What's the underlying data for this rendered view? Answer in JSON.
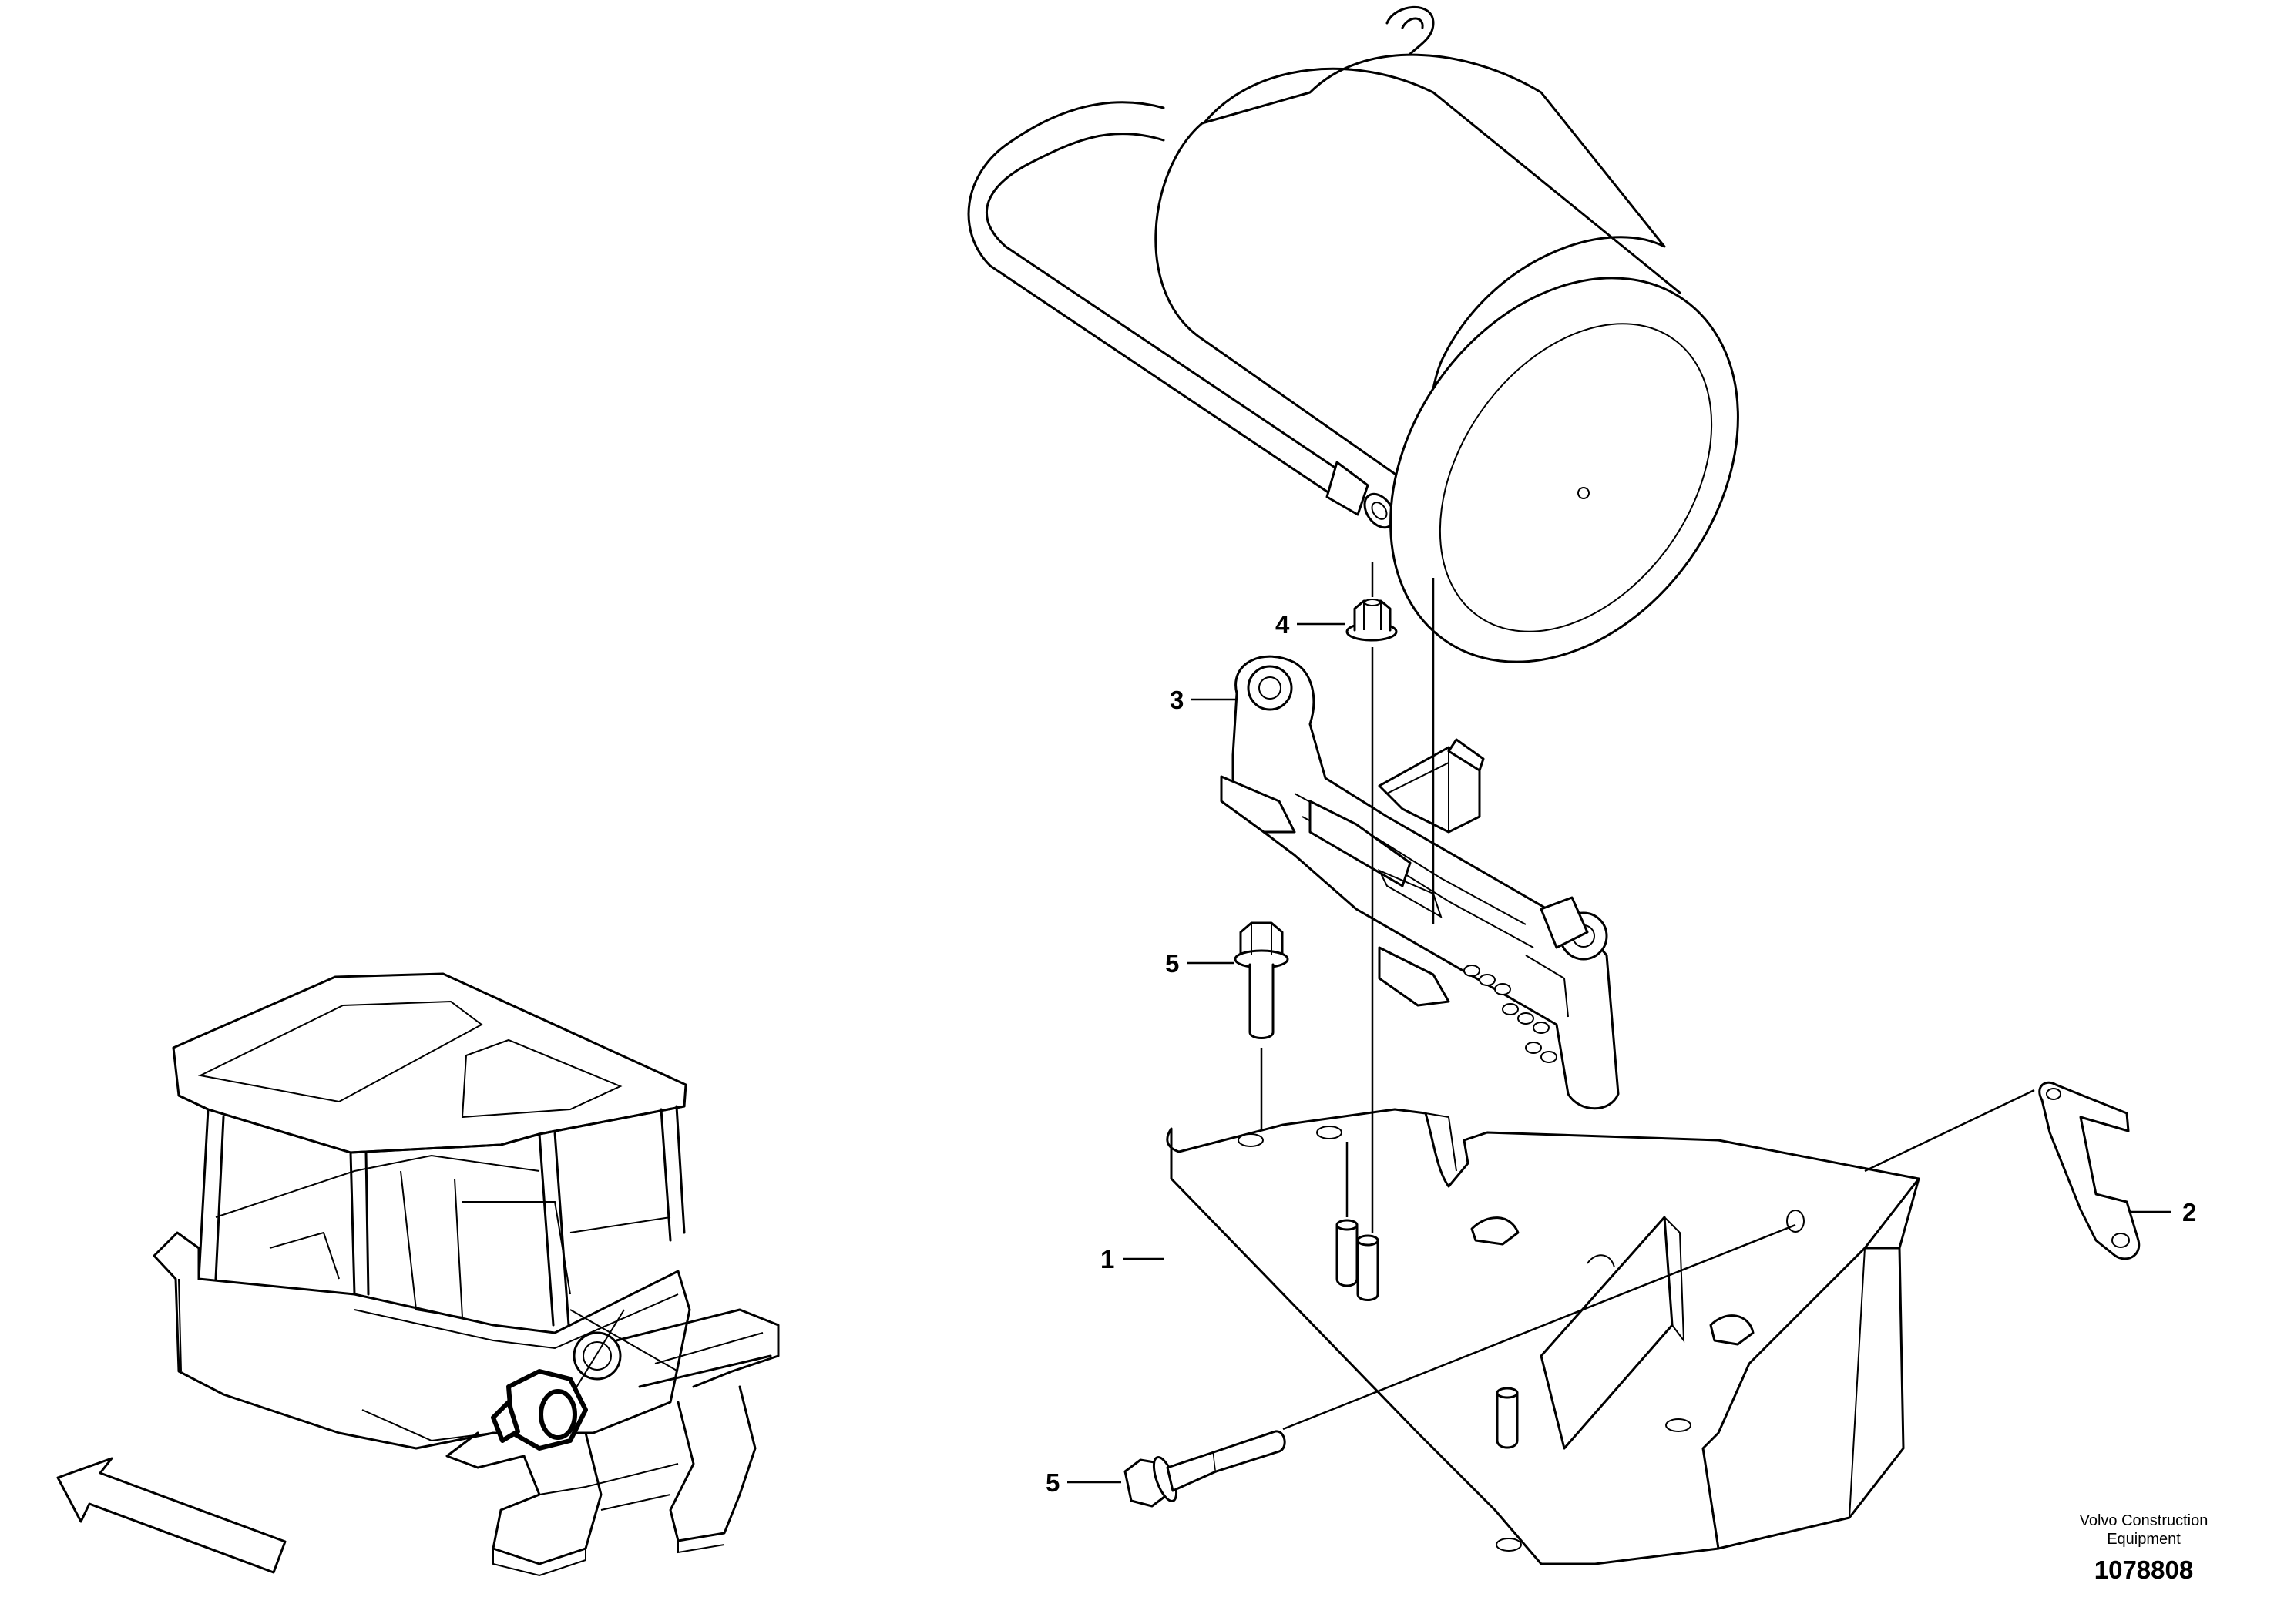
{
  "part_labels": {
    "p1": "1",
    "p2": "2",
    "p3": "3",
    "p4": "4",
    "p5_top": "5",
    "p5_bottom": "5"
  },
  "brand": {
    "line1": "Volvo Construction",
    "line2": "Equipment"
  },
  "drawing_number": "1078808",
  "icons": {
    "direction": "arrow-icon",
    "locator": "machine-overview-icon"
  }
}
